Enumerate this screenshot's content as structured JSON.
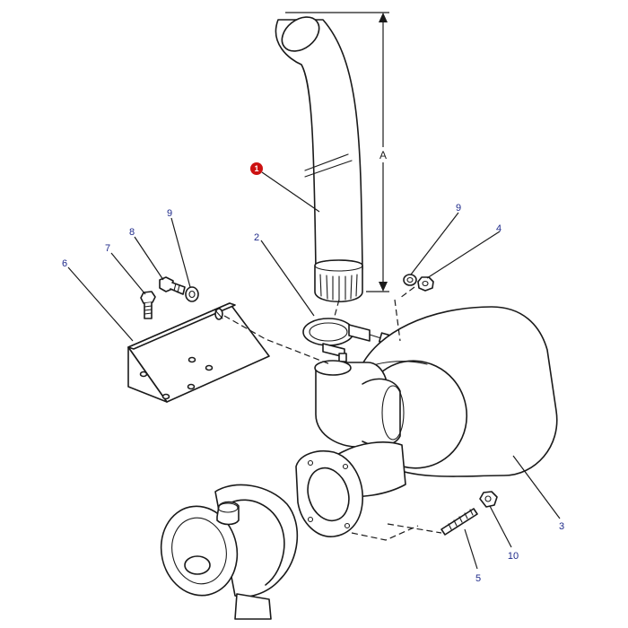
{
  "dimension": {
    "label": "A"
  },
  "callouts": {
    "c1": "1",
    "c2": "2",
    "c3": "3",
    "c4": "4",
    "c5": "5",
    "c6": "6",
    "c7": "7",
    "c8": "8",
    "c9a": "9",
    "c9b": "9",
    "c10": "10"
  },
  "colors": {
    "highlight": "#cc1111",
    "callout_text": "#1f2a8a",
    "line": "#1a1a1a"
  }
}
